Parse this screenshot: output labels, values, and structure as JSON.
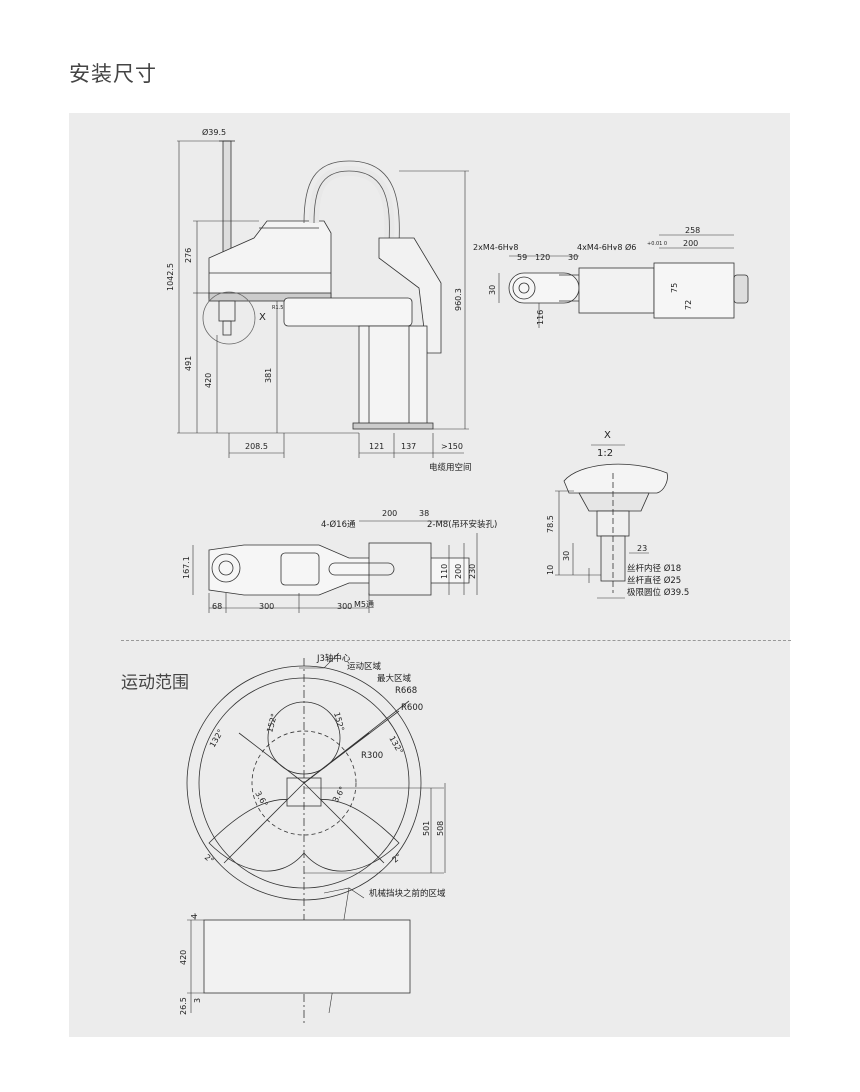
{
  "page": {
    "title": "安装尺寸",
    "motion_title": "运动范围"
  },
  "side_view": {
    "d_shaft": "Ø39.5",
    "h_total": "1042.5",
    "h_276": "276",
    "h_491": "491",
    "h_420": "420",
    "h_381": "381",
    "h_960": "960.3",
    "w_2085": "208.5",
    "w_121": "121",
    "w_137": "137",
    "w_150": ">150",
    "cable_space": "电缆用空间",
    "x_mark": "X",
    "r_small": "R1.5"
  },
  "top_right_view": {
    "m4_left": "2xM4-6H⩛8",
    "m4_right": "4xM4-6H⩛8 Ø6",
    "tol": "+0.01 0",
    "d59": "59",
    "d120": "120",
    "d30": "30",
    "d258": "258",
    "d200": "200",
    "d30v": "30",
    "d116": "116",
    "d75": "75",
    "d72": "72"
  },
  "detail_x": {
    "title": "X",
    "scale": "1:2",
    "d785": "78.5",
    "d30": "30",
    "d10": "10",
    "d23": "23",
    "inner_dia": "丝杆内径 Ø18",
    "outer_dia": "丝杆直径 Ø25",
    "flange_dia": "极限圆位 Ø39.5"
  },
  "base_view": {
    "holes": "4-Ø16通",
    "m8": "2-M8(吊环安装孔)",
    "d200": "200",
    "d38": "38",
    "d1671": "167.1",
    "d110": "110",
    "d200v": "200",
    "d230": "230",
    "d68": "68",
    "d300a": "300",
    "d300b": "300",
    "m5": "M5通"
  },
  "motion": {
    "j3": "J3轴中心",
    "motion_area": "运动区域",
    "max_area": "最大区域",
    "r668": "R668",
    "r600": "R600",
    "r300": "R300",
    "a132l": "132°",
    "a152l": "152°",
    "a152r": "152°",
    "a132r": "132°",
    "a36l": "3.6°",
    "a36r": "3.6°",
    "a2l": "2°",
    "a2r": "2°",
    "d501": "501",
    "d508": "508",
    "stop_area": "机械挡块之前的区域",
    "d4": "4",
    "d420": "420",
    "d265": "26.5",
    "d3": "3"
  }
}
